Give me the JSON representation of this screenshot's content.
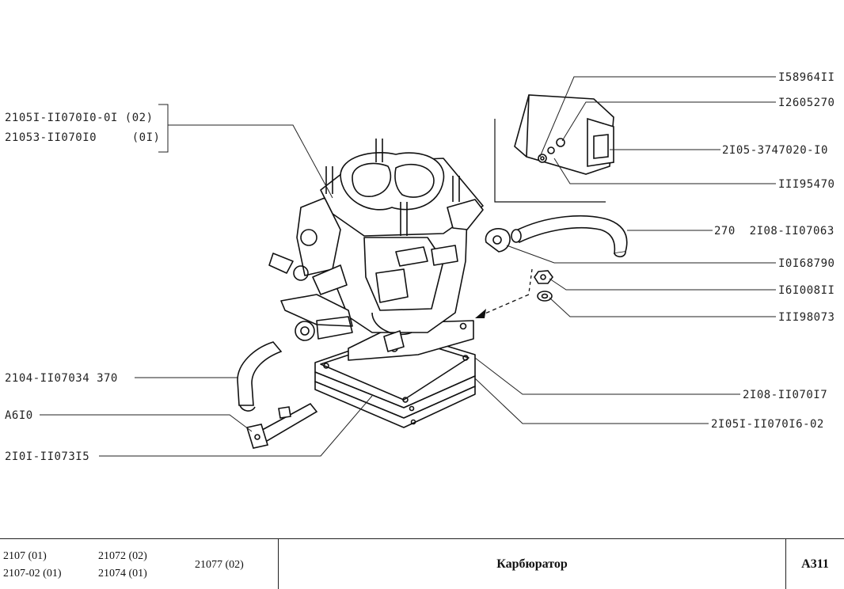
{
  "labels": {
    "l1": "2105I-II070I0-0I (02)",
    "l2": "21053-II070I0     (0I)",
    "l3": "2104-II07034 370",
    "l4": "A6I0",
    "l5": "2I0I-II073I5",
    "r1": "I58964II",
    "r2": "I2605270",
    "r3": "2I05-3747020-I0",
    "r4": "III95470",
    "r5": "270  2I08-II07063",
    "r6": "I0I68790",
    "r7": "I6I008II",
    "r8": "III98073",
    "r9": "2I08-II070I7",
    "r10": "2I05I-II070I6-02"
  },
  "footer": {
    "models": [
      "2107 (01)",
      "2107-02 (01)",
      "21072 (02)",
      "21074 (01)",
      "21077 (02)"
    ],
    "title": "Карбюратор",
    "code": "A311"
  }
}
